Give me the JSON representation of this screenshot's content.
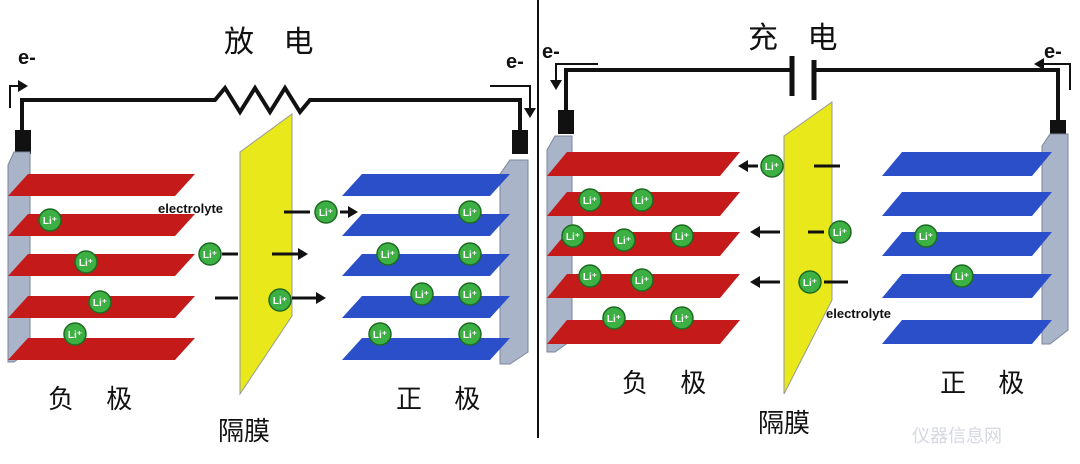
{
  "discharge": {
    "title": "放 电",
    "electron_left": "e-",
    "electron_right": "e-",
    "anode_label": "负 极",
    "separator_label": "隔膜",
    "cathode_label": "正 极",
    "electrolyte_label": "electrolyte"
  },
  "charge": {
    "title": "充 电",
    "electron_left": "e-",
    "electron_right": "e-",
    "anode_label": "负 极",
    "separator_label": "隔膜",
    "cathode_label": "正 极",
    "electrolyte_label": "electrolyte"
  },
  "ion_label": "Li⁺",
  "watermark": "仪器信息网",
  "colors": {
    "anode_plate": "#c41a1a",
    "cathode_plate": "#2a4fc8",
    "separator": "#e8e81a",
    "current_collector": "#a9b4c8",
    "ion": "#3cb043",
    "wire": "#111111"
  }
}
